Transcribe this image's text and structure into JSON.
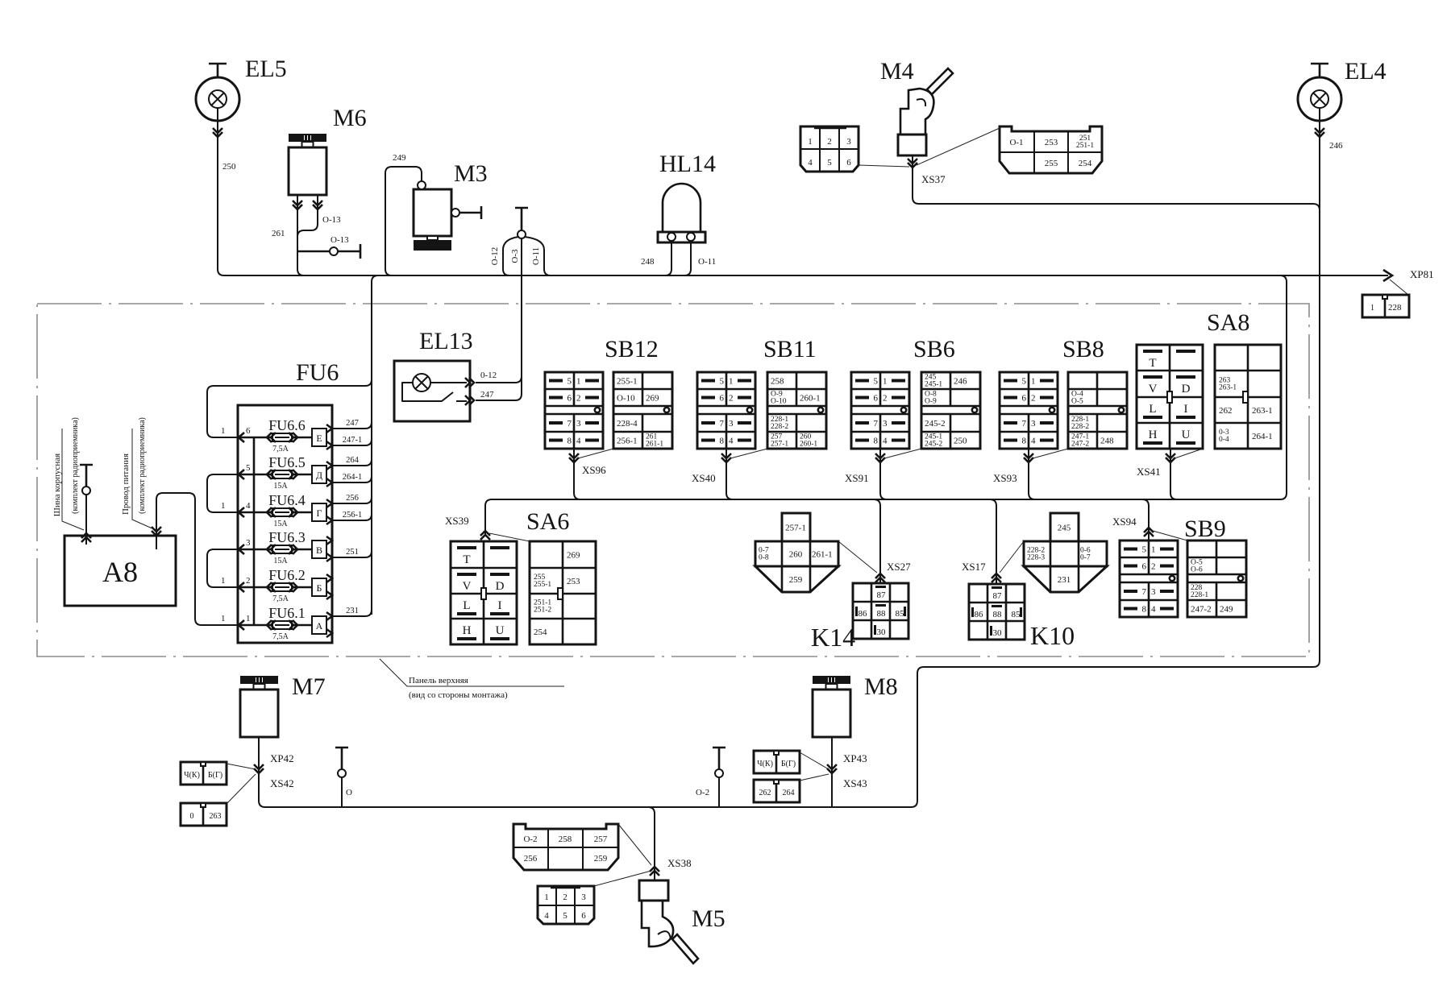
{
  "EL5": {
    "label": "EL5",
    "wire": "250"
  },
  "M6": {
    "label": "M6",
    "wire_left": "261",
    "wire_right": "O-13",
    "ground": "O-13"
  },
  "M3": {
    "label": "M3",
    "wire": "249"
  },
  "ground_bundle": [
    "O-12",
    "O-3",
    "O-11"
  ],
  "HL14": {
    "label": "HL14",
    "wire_left": "248",
    "wire_right": "O-11"
  },
  "M4": {
    "label": "M4",
    "connector": "XS37",
    "plug": [
      [
        "1",
        "2",
        "3"
      ],
      [
        "4",
        "5",
        "6"
      ]
    ],
    "socket": [
      [
        [
          "O-1"
        ],
        [
          "253"
        ],
        [
          "251",
          "251-1"
        ]
      ],
      [
        [],
        [
          "255"
        ],
        [
          "254"
        ]
      ]
    ]
  },
  "EL4": {
    "label": "EL4",
    "wire": "246"
  },
  "XP81": {
    "label": "XP81",
    "cells": [
      "1",
      "228"
    ]
  },
  "EL13": {
    "label": "EL13",
    "wires": [
      "0-12",
      "247"
    ]
  },
  "FU6": {
    "label": "FU6",
    "fuses": [
      {
        "name": "FU6.6",
        "rating": "7,5A",
        "pin": "6",
        "jumper": "1",
        "letter": "Е",
        "out_top": "247",
        "out_bottom": "247-1"
      },
      {
        "name": "FU6.5",
        "rating": "15A",
        "pin": "5",
        "jumper": "",
        "letter": "Д",
        "out_top": "264",
        "out_bottom": "264-1"
      },
      {
        "name": "FU6.4",
        "rating": "15A",
        "pin": "4",
        "jumper": "1",
        "letter": "Г",
        "out_top": "256",
        "out_bottom": "256-1"
      },
      {
        "name": "FU6.3",
        "rating": "15A",
        "pin": "3",
        "jumper": "",
        "letter": "В",
        "out_top": "",
        "out_bottom": "251"
      },
      {
        "name": "FU6.2",
        "rating": "7,5A",
        "pin": "2",
        "jumper": "1",
        "letter": "Б",
        "out_top": "",
        "out_bottom": ""
      },
      {
        "name": "FU6.1",
        "rating": "7,5A",
        "pin": "1",
        "jumper": "1",
        "letter": "А",
        "out_top": "231",
        "out_bottom": ""
      }
    ]
  },
  "A8": {
    "label": "A8",
    "ground_label": [
      "Шина корпусная",
      "(комплект радиоприемника)"
    ],
    "power_label": [
      "Провод питания",
      "(комплект радиоприемника)"
    ]
  },
  "switches": {
    "SB12": {
      "label": "SB12",
      "connector": "XS96",
      "pins": [
        [
          "5",
          "1"
        ],
        [
          "6",
          "2"
        ],
        [
          "7",
          "3"
        ],
        [
          "8",
          "4"
        ]
      ],
      "cells": [
        [
          [
            "255-1"
          ],
          []
        ],
        [
          [
            "O-10"
          ],
          [
            "269"
          ]
        ],
        [
          [
            "228-4"
          ],
          []
        ],
        [
          [
            "256-1"
          ],
          [
            "261",
            "261-1"
          ]
        ]
      ]
    },
    "SB11": {
      "label": "SB11",
      "connector": "XS40",
      "pins": [
        [
          "5",
          "1"
        ],
        [
          "6",
          "2"
        ],
        [
          "7",
          "3"
        ],
        [
          "8",
          "4"
        ]
      ],
      "cells": [
        [
          [
            "258"
          ],
          []
        ],
        [
          [
            "O-9",
            "O-10"
          ],
          [
            "260-1"
          ]
        ],
        [
          [
            "228-1",
            "228-2"
          ],
          []
        ],
        [
          [
            "257",
            "257-1"
          ],
          [
            "260",
            "260-1"
          ]
        ]
      ]
    },
    "SB6": {
      "label": "SB6",
      "connector": "XS91",
      "pins": [
        [
          "5",
          "1"
        ],
        [
          "6",
          "2"
        ],
        [
          "7",
          "3"
        ],
        [
          "8",
          "4"
        ]
      ],
      "cells": [
        [
          [
            "245",
            "245-1"
          ],
          [
            "246"
          ]
        ],
        [
          [
            "O-8",
            "O-9"
          ],
          []
        ],
        [
          [
            "245-2"
          ],
          []
        ],
        [
          [
            "245-1",
            "245-2"
          ],
          [
            "250"
          ]
        ]
      ]
    },
    "SB8": {
      "label": "SB8",
      "connector": "XS93",
      "pins": [
        [
          "5",
          "1"
        ],
        [
          "6",
          "2"
        ],
        [
          "7",
          "3"
        ],
        [
          "8",
          "4"
        ]
      ],
      "cells": [
        [
          [],
          []
        ],
        [
          [
            "O-4",
            "O-5"
          ],
          []
        ],
        [
          [
            "228-1",
            "228-2"
          ],
          []
        ],
        [
          [
            "247-1",
            "247-2"
          ],
          [
            "248"
          ]
        ]
      ]
    },
    "SB9": {
      "label": "SB9",
      "connector": "XS94",
      "pins": [
        [
          "5",
          "1"
        ],
        [
          "6",
          "2"
        ],
        [
          "7",
          "3"
        ],
        [
          "8",
          "4"
        ]
      ],
      "cells": [
        [
          [],
          []
        ],
        [
          [
            "O-5",
            "O-6"
          ],
          []
        ],
        [
          [
            "228",
            "228-1"
          ],
          []
        ],
        [
          [
            "247-2"
          ],
          [
            "249"
          ]
        ]
      ]
    }
  },
  "selectors": {
    "SA8": {
      "label": "SA8",
      "connector": "XS41",
      "positions": [
        [
          "T",
          ""
        ],
        [
          "V",
          "D"
        ],
        [
          "L",
          "I"
        ],
        [
          "H",
          "U"
        ]
      ],
      "cells": [
        [
          [],
          []
        ],
        [
          [
            "263",
            "263-1"
          ],
          []
        ],
        [
          [
            "262"
          ],
          [
            "263-1"
          ]
        ],
        [
          [
            "0-3",
            "0-4"
          ],
          [
            "264-1"
          ]
        ]
      ]
    },
    "SA6": {
      "label": "SA6",
      "connector": "XS39",
      "positions": [
        [
          "T",
          ""
        ],
        [
          "V",
          "D"
        ],
        [
          "L",
          "I"
        ],
        [
          "H",
          "U"
        ]
      ],
      "cells": [
        [
          [],
          [
            "269"
          ]
        ],
        [
          [
            "255",
            "255-1"
          ],
          [
            "253"
          ]
        ],
        [
          [
            "251-1",
            "251-2"
          ],
          []
        ],
        [
          [
            "254"
          ],
          []
        ]
      ]
    }
  },
  "relays": {
    "K14": {
      "label": "K14",
      "connector": "XS27",
      "pins": [
        [
          "",
          "87",
          ""
        ],
        [
          "86",
          "88",
          "85"
        ],
        [
          "",
          "30",
          ""
        ]
      ],
      "socket": {
        "top": [
          "257-1"
        ],
        "left": [
          "0-7",
          "0-8"
        ],
        "center": [
          "260"
        ],
        "right": [
          "261-1"
        ],
        "bottom": [
          "259"
        ]
      }
    },
    "K10": {
      "label": "K10",
      "connector": "XS17",
      "pins": [
        [
          "",
          "87",
          ""
        ],
        [
          "86",
          "88",
          "85"
        ],
        [
          "",
          "30",
          ""
        ]
      ],
      "socket": {
        "top": [
          "245"
        ],
        "left": [
          "228-2",
          "228-3"
        ],
        "center": [],
        "right": [
          "0-6",
          "0-7"
        ],
        "bottom": [
          "231"
        ]
      }
    }
  },
  "M7": {
    "label": "M7",
    "plug_connector": "XP42",
    "socket_connector": "XS42",
    "plug": [
      "Ч(К)",
      "Б(Г)"
    ],
    "socket": [
      "0",
      "263"
    ],
    "ground": "O"
  },
  "M8": {
    "label": "M8",
    "plug_connector": "XP43",
    "socket_connector": "XS43",
    "plug": [
      "Ч(К)",
      "Б(Г)"
    ],
    "socket": [
      "262",
      "264"
    ],
    "ground": "O-2"
  },
  "M5": {
    "label": "M5",
    "connector": "XS38",
    "socket": [
      [
        [
          "O-2"
        ],
        [
          "258"
        ],
        [
          "257"
        ]
      ],
      [
        [
          "256"
        ],
        [],
        [
          "259"
        ]
      ]
    ],
    "plug": [
      [
        "1",
        "2",
        "3"
      ],
      [
        "4",
        "5",
        "6"
      ]
    ]
  },
  "panel": {
    "caption": [
      "Панель верхняя",
      "(вид со стороны монтажа)"
    ]
  }
}
